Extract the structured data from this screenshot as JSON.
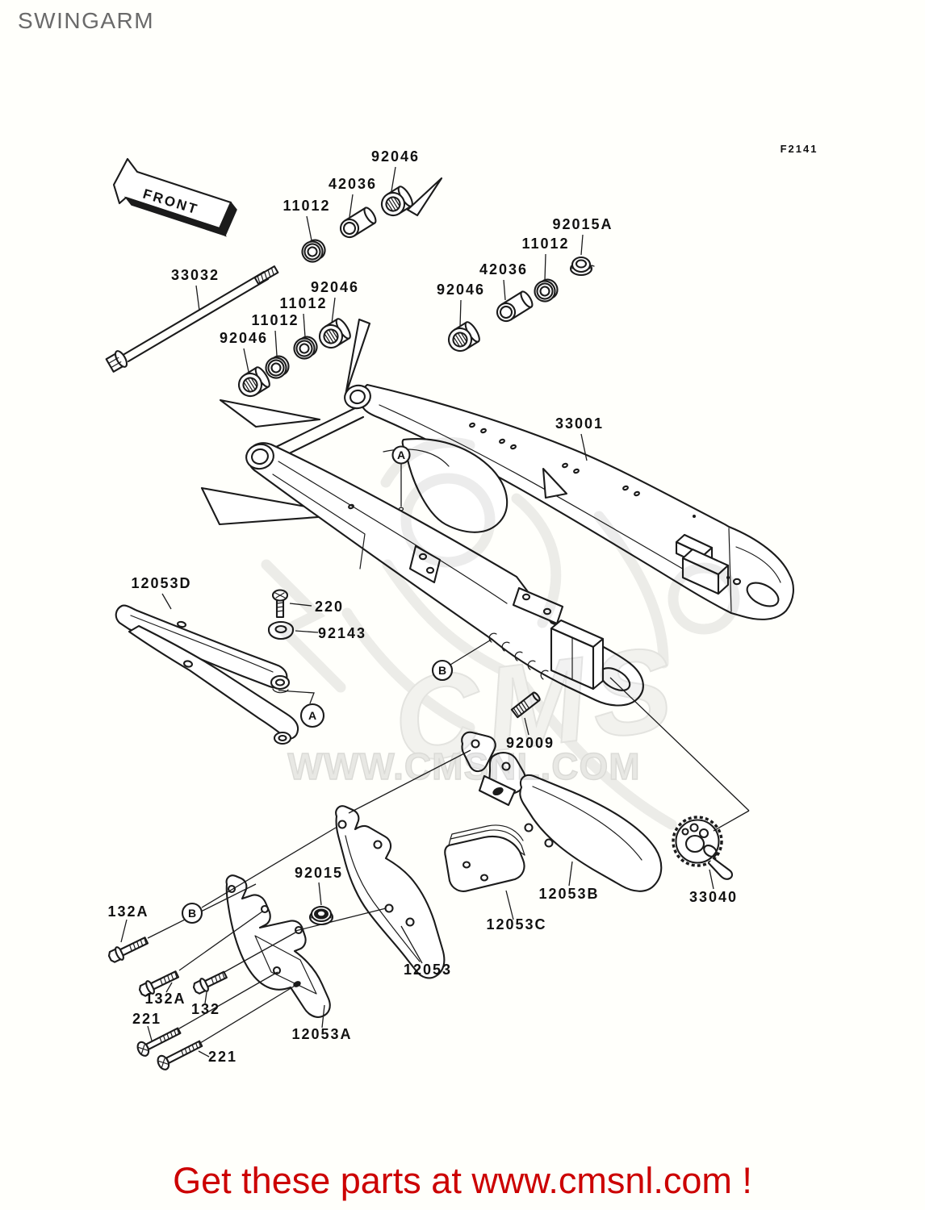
{
  "page": {
    "title": "SWINGARM",
    "figure_code": "F2141",
    "banner": "Get these parts at www.cmsnl.com !"
  },
  "front_arrow": {
    "label": "FRONT"
  },
  "watermark": {
    "brand": "CMS",
    "url_text": "WWW.CMSNL.COM"
  },
  "colors": {
    "line": "#1b1b1b",
    "title_gray": "#6a6a6a",
    "banner_red": "#cc0000",
    "watermark_gray": "#e8e8e8",
    "background": "#fffffb"
  },
  "part_labels": [
    {
      "text": "92046"
    },
    {
      "text": "42036"
    },
    {
      "text": "11012"
    },
    {
      "text": "92015A"
    },
    {
      "text": "11012"
    },
    {
      "text": "42036"
    },
    {
      "text": "92046"
    },
    {
      "text": "33032"
    },
    {
      "text": "92046"
    },
    {
      "text": "11012"
    },
    {
      "text": "11012"
    },
    {
      "text": "92046"
    },
    {
      "text": "33001"
    },
    {
      "text": "12053D"
    },
    {
      "text": "220"
    },
    {
      "text": "92143"
    },
    {
      "text": "92009"
    },
    {
      "text": "12053B"
    },
    {
      "text": "12053C"
    },
    {
      "text": "12053"
    },
    {
      "text": "92015"
    },
    {
      "text": "132A"
    },
    {
      "text": "132A"
    },
    {
      "text": "132"
    },
    {
      "text": "221"
    },
    {
      "text": "221"
    },
    {
      "text": "12053A"
    },
    {
      "text": "33040"
    }
  ],
  "ref_markers": [
    {
      "text": "A"
    },
    {
      "text": "A"
    },
    {
      "text": "B"
    },
    {
      "text": "B"
    }
  ]
}
